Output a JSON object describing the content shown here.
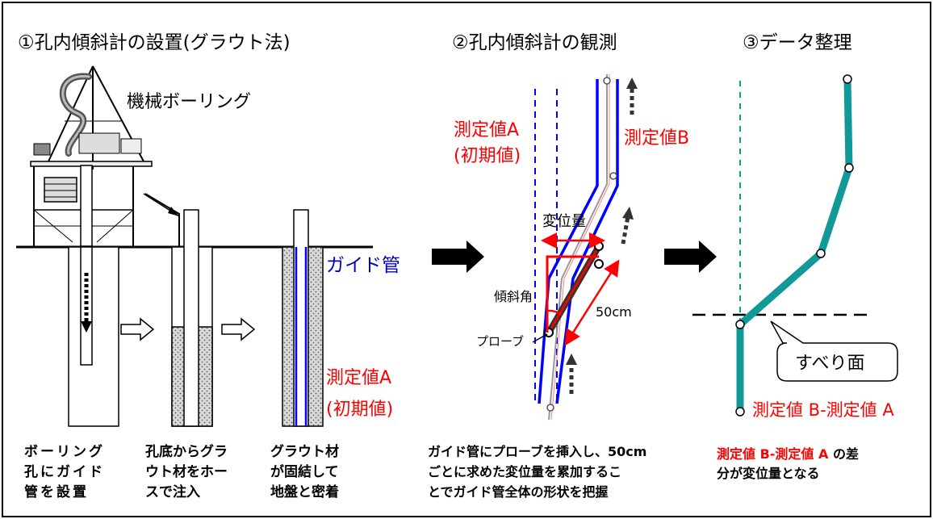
{
  "panel1": {
    "title": "①孔内傾斜計の設置(グラウト法)",
    "machine_label": "機械ボーリング",
    "guide_label": "ガイド管",
    "initial_label_1": "測定値A",
    "initial_label_2": "(初期値)",
    "cap1": [
      "ボーリング",
      "孔にガイド",
      "管を設置"
    ],
    "cap2": [
      "孔底からグラ",
      "ウト材をホー",
      "スで注入"
    ],
    "cap3": [
      "グラウト材",
      "が固結して",
      "地盤と密着"
    ]
  },
  "panel2": {
    "title": "②孔内傾斜計の観測",
    "measA_1": "測定値A",
    "measA_2": "(初期値)",
    "measB": "測定値B",
    "displacement": "変位量",
    "incline": "傾斜角",
    "length": "50cm",
    "probe": "プローブ",
    "caption": [
      "ガイド管にプローブを挿入し、50cm",
      "ごとに求めた変位量を累加するこ",
      "とでガイド管全体の形状を把握"
    ]
  },
  "panel3": {
    "title": "③データ整理",
    "slip": "すべり面",
    "diff_label": "測定値 B-測定値 A",
    "caption_red": "測定値 B-測定値 A",
    "caption_rest1": "の差",
    "caption_rest2": "分が変位量となる"
  },
  "colors": {
    "red": "#ff0000",
    "blue": "#0000ff",
    "teal": "#119999",
    "navy": "#0000cc"
  }
}
